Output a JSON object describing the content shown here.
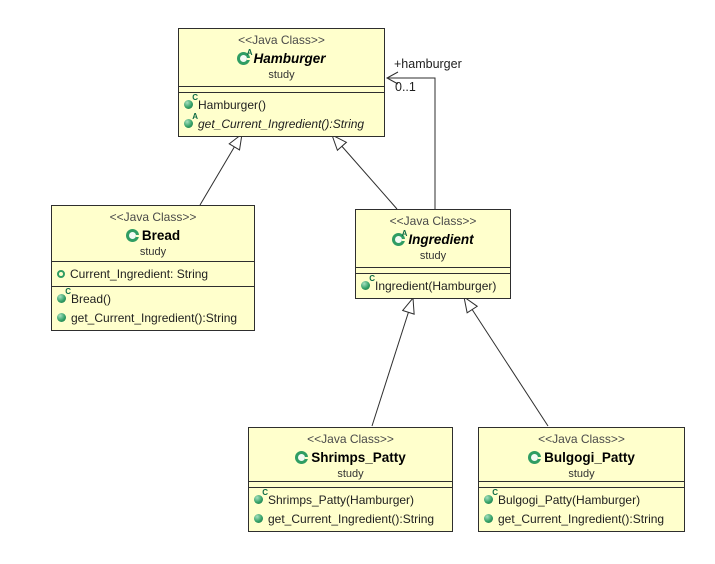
{
  "canvas": {
    "background_color": "#ffffff",
    "class_fill_color": "#ffffcc",
    "class_border_color": "#2e2e2e",
    "icon_green_color": "#2f9d63"
  },
  "classes": [
    {
      "id": "hamburger",
      "stereotype": "<<Java Class>>",
      "name": "Hamburger",
      "abstract": true,
      "package": "study",
      "attributes": [],
      "methods": [
        {
          "icon": "constructor-method-icon",
          "label": "Hamburger()"
        },
        {
          "icon": "abstract-method-icon",
          "label": "get_Current_Ingredient():String",
          "abstract": true
        }
      ]
    },
    {
      "id": "bread",
      "stereotype": "<<Java Class>>",
      "name": "Bread",
      "abstract": false,
      "package": "study",
      "attributes": [
        {
          "icon": "field-icon",
          "label": "Current_Ingredient: String"
        }
      ],
      "methods": [
        {
          "icon": "constructor-method-icon",
          "label": "Bread()"
        },
        {
          "icon": "method-icon",
          "label": "get_Current_Ingredient():String"
        }
      ]
    },
    {
      "id": "ingredient",
      "stereotype": "<<Java Class>>",
      "name": "Ingredient",
      "abstract": true,
      "package": "study",
      "attributes": [],
      "methods": [
        {
          "icon": "constructor-method-icon",
          "label": "Ingredient(Hamburger)"
        }
      ]
    },
    {
      "id": "shrimps_patty",
      "stereotype": "<<Java Class>>",
      "name": "Shrimps_Patty",
      "abstract": false,
      "package": "study",
      "attributes": [],
      "methods": [
        {
          "icon": "constructor-method-icon",
          "label": "Shrimps_Patty(Hamburger)"
        },
        {
          "icon": "method-icon",
          "label": "get_Current_Ingredient():String"
        }
      ]
    },
    {
      "id": "bulgogi_patty",
      "stereotype": "<<Java Class>>",
      "name": "Bulgogi_Patty",
      "abstract": false,
      "package": "study",
      "attributes": [],
      "methods": [
        {
          "icon": "constructor-method-icon",
          "label": "Bulgogi_Patty(Hamburger)"
        },
        {
          "icon": "method-icon",
          "label": "get_Current_Ingredient():String"
        }
      ]
    }
  ],
  "relations": {
    "generalizations": [
      {
        "from": "Bread",
        "to": "Hamburger"
      },
      {
        "from": "Ingredient",
        "to": "Hamburger"
      },
      {
        "from": "Shrimps_Patty",
        "to": "Ingredient"
      },
      {
        "from": "Bulgogi_Patty",
        "to": "Ingredient"
      }
    ],
    "association": {
      "from": "Ingredient",
      "to": "Hamburger",
      "role_label": "+hamburger",
      "multiplicity": "0..1"
    }
  },
  "icon_glyphs": {
    "abstract_marker": "A",
    "constructor_marker": "C"
  }
}
